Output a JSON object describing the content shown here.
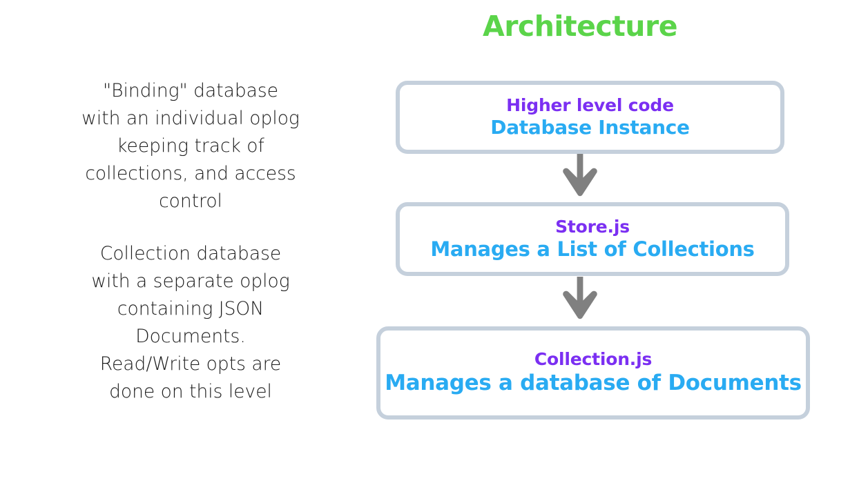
{
  "slide": {
    "title": "Architecture",
    "title_color": "#5BD44A",
    "background": "#ffffff"
  },
  "notes": [
    {
      "id": "binding-database-note",
      "text": "\"Binding\" database\nwith an individual oplog\nkeeping track of\ncollections, and access\ncontrol"
    },
    {
      "id": "collection-database-note",
      "text": "Collection database\nwith a separate oplog\ncontaining JSON\nDocuments.\nRead/Write opts are\ndone on this level"
    }
  ],
  "diagram": {
    "node_border_color": "#c5d0dc",
    "node_title_color": "#7B2FF2",
    "node_sub_color": "#29ABF2",
    "arrow_color": "#808080",
    "nodes": [
      {
        "id": "higher-level-code",
        "title": "Higher level code",
        "subtitle": "Database Instance"
      },
      {
        "id": "store-js",
        "title": "Store.js",
        "subtitle": "Manages a List of Collections"
      },
      {
        "id": "collection-js",
        "title": "Collection.js",
        "subtitle": "Manages a database of Documents"
      }
    ],
    "arrows": [
      {
        "id": "arrow-higher-to-store",
        "direction": "down"
      },
      {
        "id": "arrow-store-to-collection",
        "direction": "down"
      }
    ]
  }
}
